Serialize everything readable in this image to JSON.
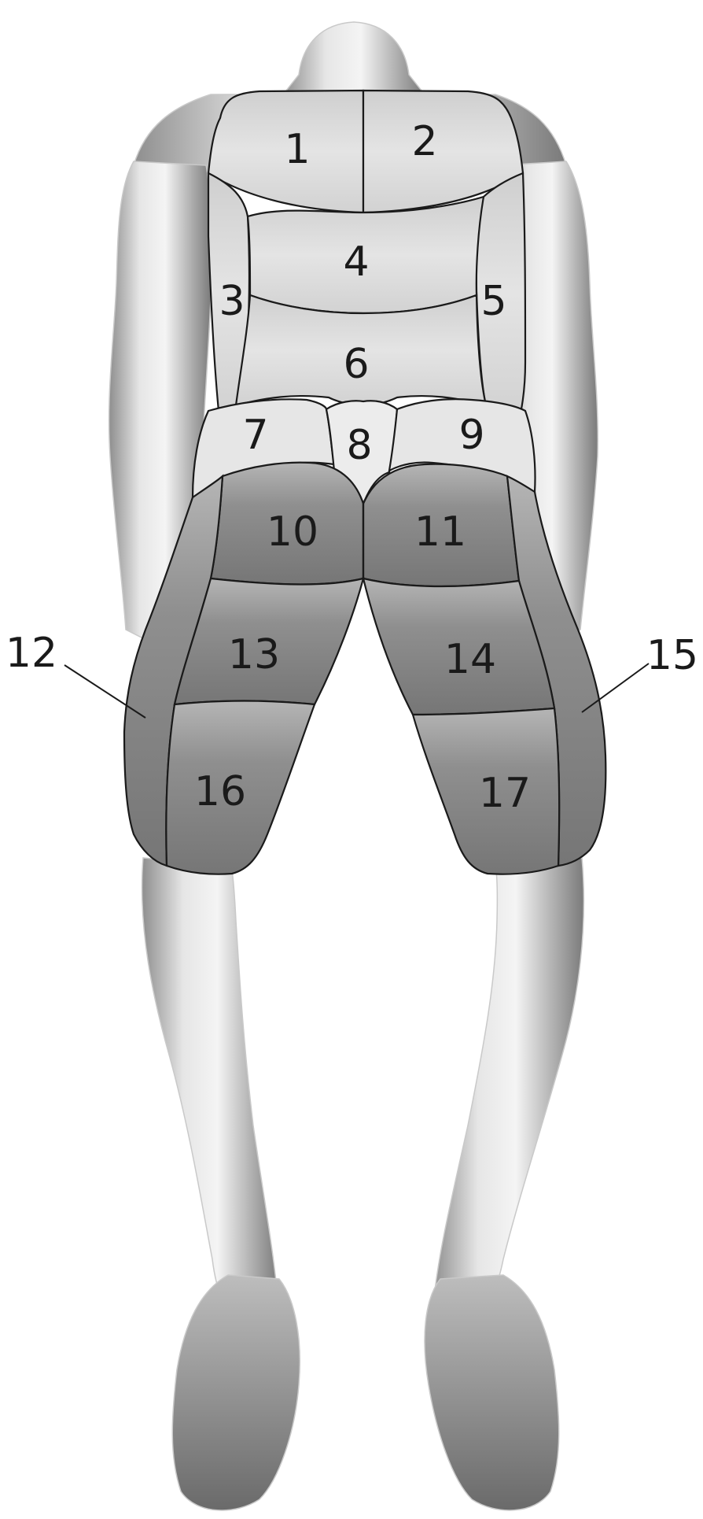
{
  "colors": {
    "skin": "#dcdcdc",
    "garment_upper": "#cfcfcf",
    "garment_lower": "#8a8a8a",
    "outline": "#1a1a1a",
    "background": "#ffffff"
  },
  "zones": [
    {
      "id": "1",
      "label": "1"
    },
    {
      "id": "2",
      "label": "2"
    },
    {
      "id": "3",
      "label": "3"
    },
    {
      "id": "4",
      "label": "4"
    },
    {
      "id": "5",
      "label": "5"
    },
    {
      "id": "6",
      "label": "6"
    },
    {
      "id": "7",
      "label": "7"
    },
    {
      "id": "8",
      "label": "8"
    },
    {
      "id": "9",
      "label": "9"
    },
    {
      "id": "10",
      "label": "10"
    },
    {
      "id": "11",
      "label": "11"
    },
    {
      "id": "12",
      "label": "12"
    },
    {
      "id": "13",
      "label": "13"
    },
    {
      "id": "14",
      "label": "14"
    },
    {
      "id": "15",
      "label": "15"
    },
    {
      "id": "16",
      "label": "16"
    },
    {
      "id": "17",
      "label": "17"
    }
  ]
}
